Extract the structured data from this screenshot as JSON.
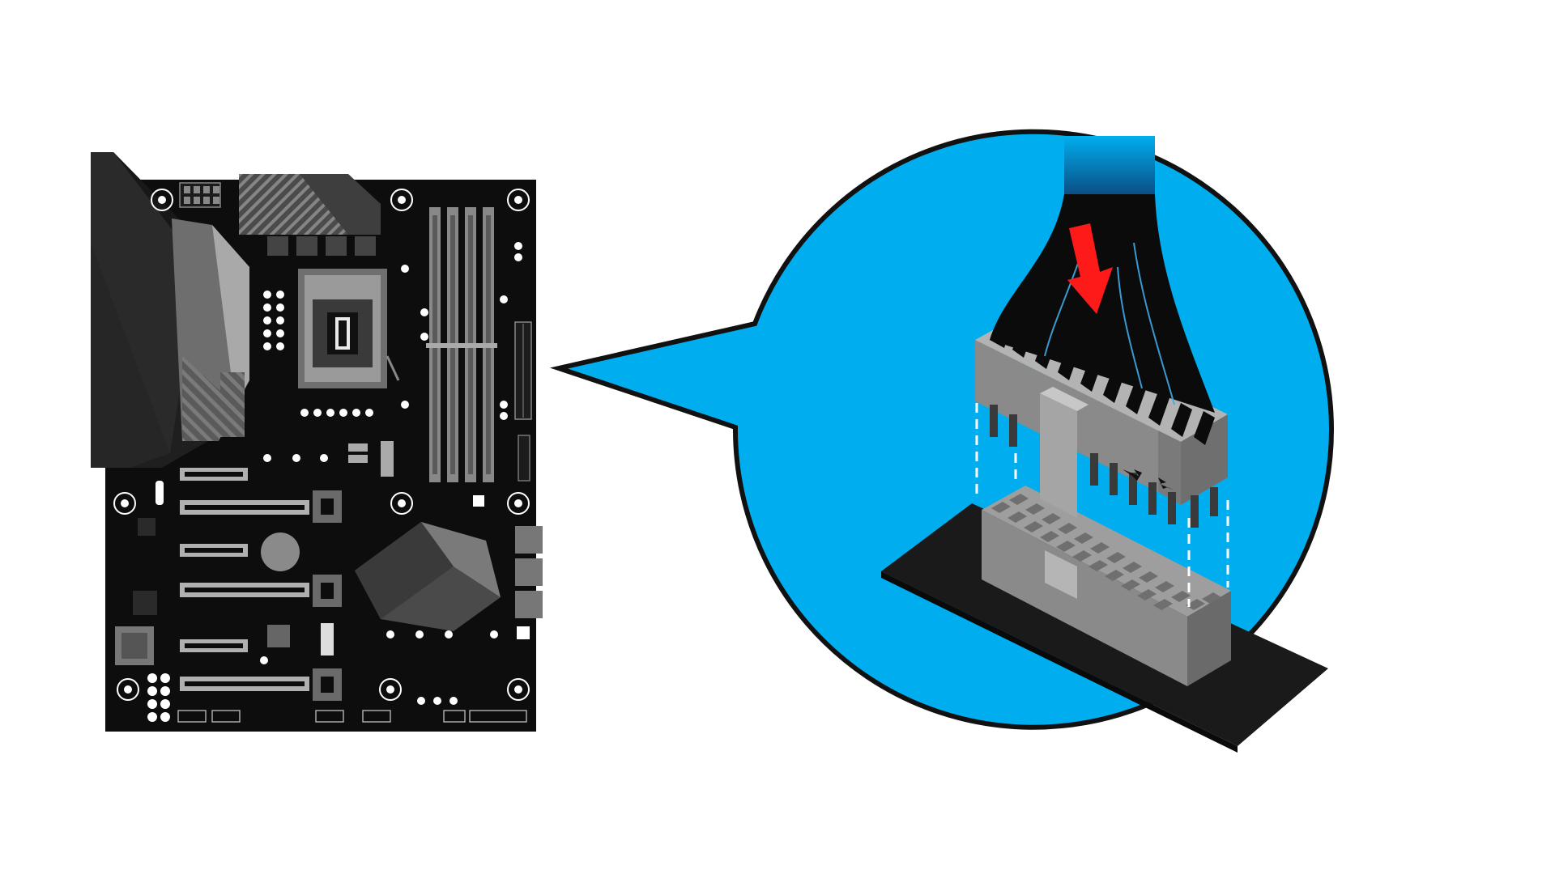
{
  "palette": {
    "background": "#ffffff",
    "board": "#0d0d0d",
    "board_dark": "#1d1d1d",
    "heatsink_mid": "#3a3a3a",
    "heatsink_light": "#6e6e6e",
    "heatsink_pale": "#a9a9a9",
    "slot_gray": "#b0b0b0",
    "dot": "#ffffff",
    "callout_fill": "#00aeef",
    "callout_stroke": "#111111",
    "connector_gray": "#9a9a9a",
    "connector_light": "#bdbdbd",
    "connector_dark": "#6f6f6f",
    "cable_black": "#0b0b0b",
    "cable_highlight": "#3fa9e6",
    "arrow_red": "#ff1a1a",
    "guide_white": "#ffffff"
  },
  "icons": {
    "motherboard": "motherboard-illustration",
    "callout": "zoom-callout-bubble",
    "connector": "atx-24pin-connector",
    "arrow": "arrow-down-icon"
  }
}
